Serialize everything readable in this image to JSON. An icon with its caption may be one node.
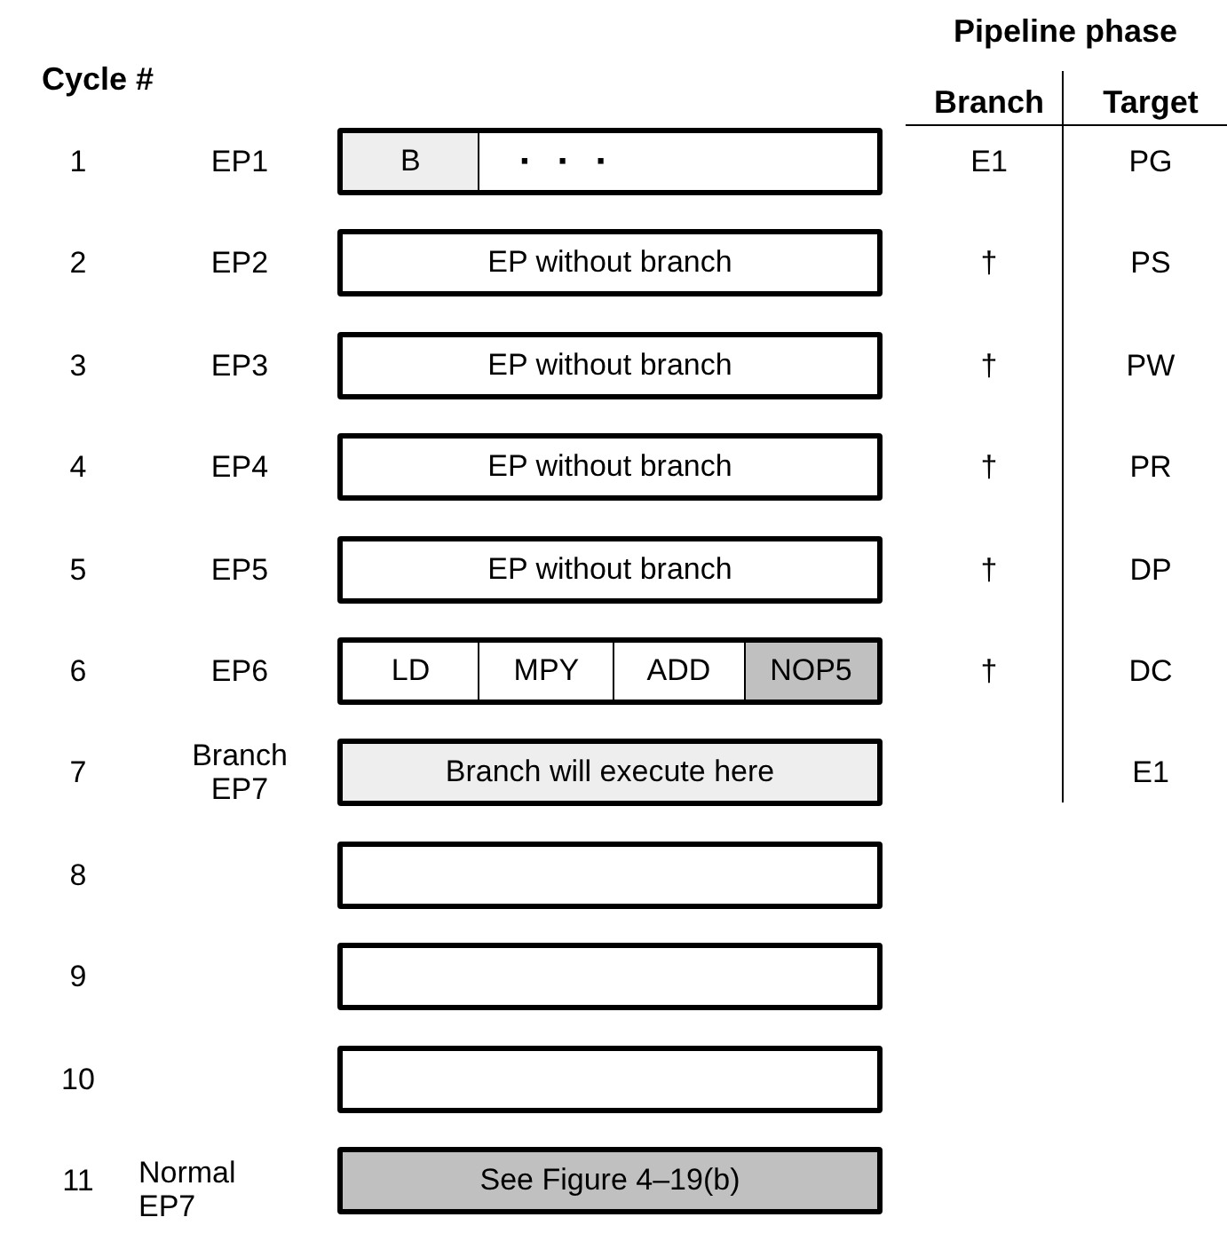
{
  "diagram": {
    "nodes": [
      {
        "text": [],
        "shape": "box"
      },
      {
        "text": [
          "B"
        ],
        "in": 0
      },
      {
        "text": [
          "· · ·"
        ],
        "in": 0
      },
      {
        "text": [
          "EP without branch"
        ]
      },
      {
        "text": [
          "EP without branch"
        ]
      },
      {
        "text": [
          "EP without branch"
        ]
      },
      {
        "text": [
          "EP without branch"
        ]
      },
      {
        "text": [],
        "shape": "box"
      },
      {
        "text": [
          "LD"
        ],
        "in": 7
      },
      {
        "text": [
          "MPY"
        ],
        "in": 7
      },
      {
        "text": [
          "ADD"
        ],
        "in": 7
      },
      {
        "text": [
          "NOP5"
        ],
        "in": 7
      },
      {
        "text": [
          "Branch will execute here"
        ]
      },
      {
        "text": [],
        "shape": "box"
      },
      {
        "text": [],
        "shape": "box"
      },
      {
        "text": [],
        "shape": "box"
      },
      {
        "text": [
          "See Figure 4–19(b)"
        ]
      }
    ],
    "labels": [
      "Pipeline phase",
      "Cycle #",
      "Branch",
      "Target",
      "1",
      "EP1",
      "E1",
      "PG",
      "2",
      "EP2",
      "†",
      "PS",
      "3",
      "EP3",
      "†",
      "PW",
      "4",
      "EP4",
      "†",
      "PR",
      "5",
      "EP5",
      "†",
      "DP",
      "6",
      "EP6",
      "†",
      "DC",
      "7",
      "Branch EP7",
      "E1",
      "8",
      "9",
      "10",
      "11",
      "Normal EP7"
    ]
  }
}
